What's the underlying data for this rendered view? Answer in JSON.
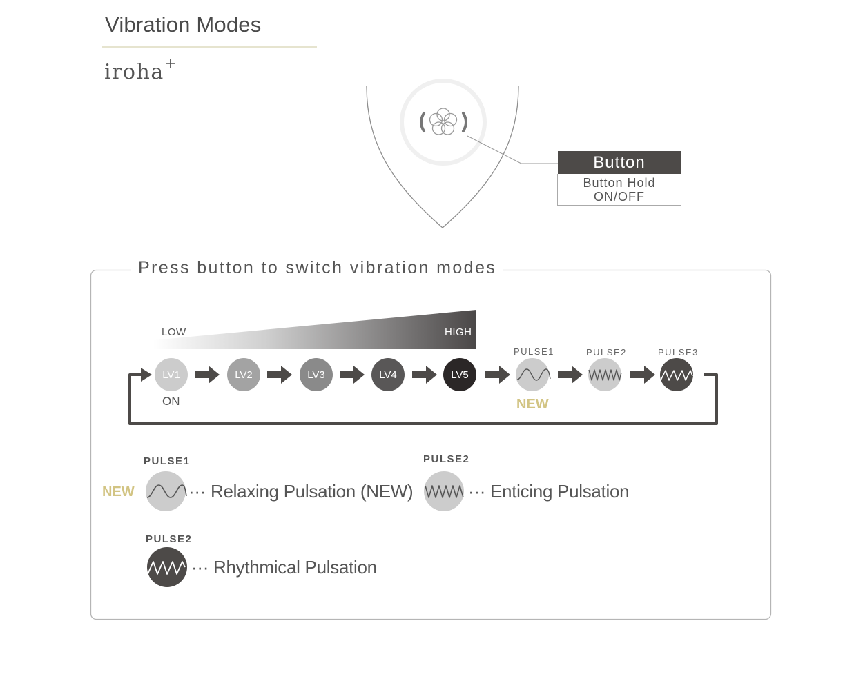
{
  "title": "Vibration Modes",
  "brand": {
    "name": "iroha",
    "sup": "+"
  },
  "button": {
    "title": "Button",
    "line1": "Button Hold",
    "line2": "ON/OFF"
  },
  "section_title": "Press button to switch vibration modes",
  "intensity": {
    "low": "LOW",
    "high": "HIGH"
  },
  "levels": [
    {
      "label": "LV1",
      "color": "#cccccc",
      "text_color": "#ffffff"
    },
    {
      "label": "LV2",
      "color": "#a3a3a3",
      "text_color": "#ffffff"
    },
    {
      "label": "LV3",
      "color": "#8a8a8a",
      "text_color": "#ffffff"
    },
    {
      "label": "LV4",
      "color": "#595757",
      "text_color": "#ffffff"
    },
    {
      "label": "LV5",
      "color": "#2b2727",
      "text_color": "#ffffff"
    }
  ],
  "on_label": "ON",
  "pulses": [
    {
      "label": "PULSE1",
      "color": "#cccccc"
    },
    {
      "label": "PULSE2",
      "color": "#cccccc"
    },
    {
      "label": "PULSE3",
      "color": "#4d4a48"
    }
  ],
  "new_label": "NEW",
  "legend": [
    {
      "label": "PULSE1",
      "desc": "Relaxing Pulsation (NEW)",
      "new": "NEW"
    },
    {
      "label": "PULSE2",
      "desc": "Enticing Pulsation"
    },
    {
      "label": "PULSE2",
      "desc": "Rhythmical Pulsation"
    }
  ],
  "dots": "···",
  "colors": {
    "accent_underline": "#e6e4cf",
    "new": "#d2c483",
    "arrow": "#4d4a48",
    "frame": "#b5b5b5"
  }
}
